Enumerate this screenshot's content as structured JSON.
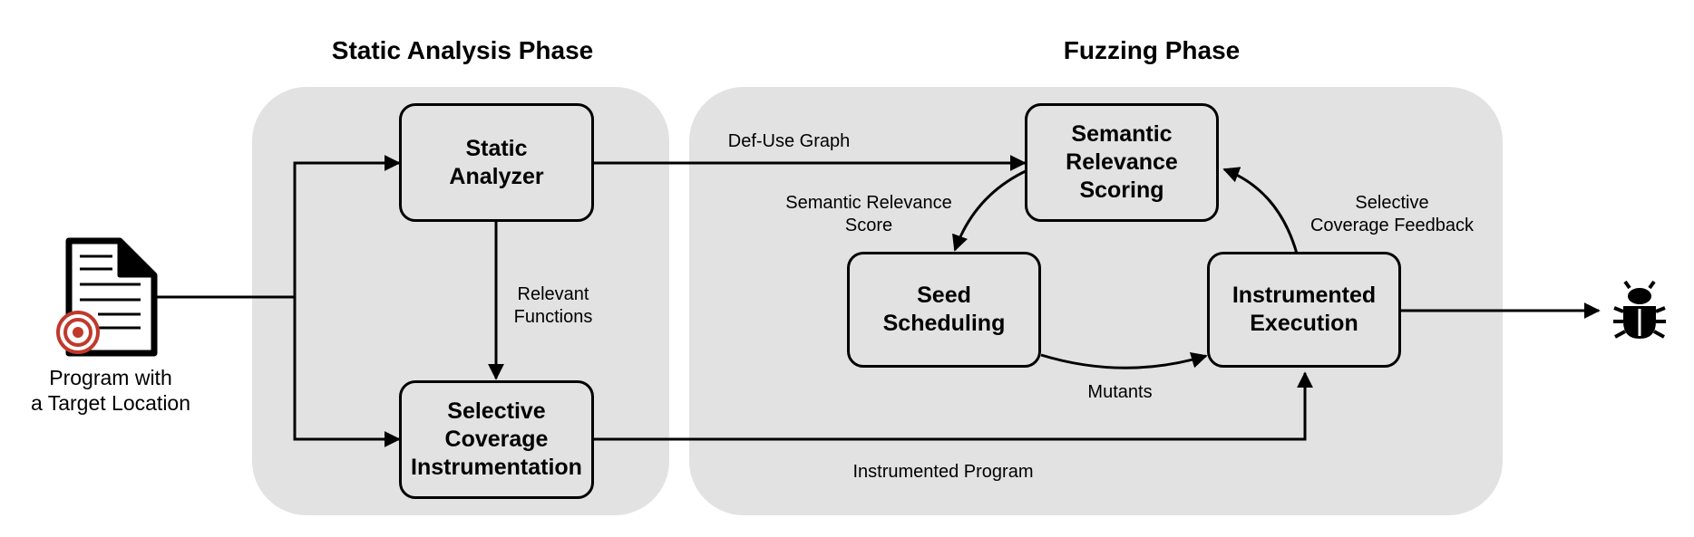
{
  "phases": {
    "static": {
      "title": "Static Analysis Phase"
    },
    "fuzzing": {
      "title": "Fuzzing Phase"
    }
  },
  "input": {
    "label": "Program with\na Target Location",
    "icon": "document-with-target-icon"
  },
  "output": {
    "icon": "bug-icon"
  },
  "nodes": {
    "static_analyzer": "Static\nAnalyzer",
    "selective_coverage_instrumentation": "Selective\nCoverage\nInstrumentation",
    "semantic_relevance_scoring": "Semantic\nRelevance\nScoring",
    "seed_scheduling": "Seed\nScheduling",
    "instrumented_execution": "Instrumented\nExecution"
  },
  "edge_labels": {
    "relevant_functions": "Relevant\nFunctions",
    "def_use_graph": "Def-Use Graph",
    "semantic_relevance_score": "Semantic Relevance\nScore",
    "selective_coverage_feedback": "Selective\nCoverage Feedback",
    "mutants": "Mutants",
    "instrumented_program": "Instrumented Program"
  },
  "colors": {
    "panel": "#e2e2e2",
    "target": "#c0392b",
    "stroke": "#000000"
  }
}
